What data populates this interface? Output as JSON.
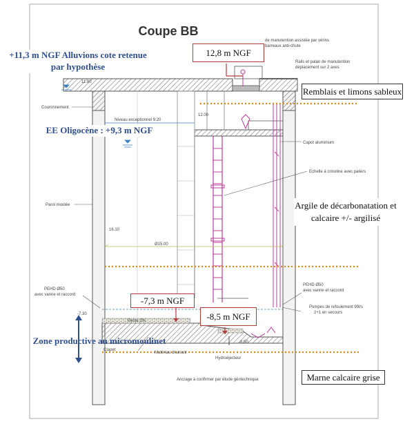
{
  "title": "Coupe BB",
  "callouts": {
    "alluvions": "+11,3 m NGF Alluvions cote retenue par hypothèse",
    "ee_oligocene": "EE Oligocène : +9,3 m NGF",
    "zone_productive": "Zone productive au micromoulinet",
    "top_ngf": "12,8  m NGF",
    "level_minus_7_3": "-7,3 m NGF",
    "level_minus_8_5": "-8,5 m NGF",
    "remblais": "Remblais et limons sableux",
    "argile": "Argile de décarbonatation et calcaire +/- argilisé",
    "marne": "Marne calcaire grise"
  },
  "drawing_labels": {
    "manutention": "de manutention assistée par vérins",
    "barreaux": "barreaux anti-chute",
    "rails": "Rails et palan de manutention",
    "deplacement": "déplacement sur 2 axes",
    "couronnement": "Couronnement",
    "niveau_exceptionnel": "Niveau exceptionnel 9.20",
    "capot": "Capot aluminium",
    "echelle": "Echelle à crinoline avec paliers",
    "paroi": "Paroi moulée",
    "dim_12": "12.00",
    "dim_16": "16.10",
    "diameter": "Ø15.00",
    "pehd_left": "PEHD Ø50",
    "pehd_left_sub": "avec vanne et raccord",
    "pehd_right": "PEHD Ø50",
    "pehd_right_sub": "avec vanne et raccord",
    "pompes": "Pompes de refoulement 90l/s",
    "pompes_sub": "2+1 en secours",
    "pente": "Pente 2%",
    "clapet": "Clapet",
    "materiau": "Matériau drainant",
    "hydroejecteur": "Hydroéjecteur",
    "ancrage": "Ancrage à confirmer par étude géotechnique",
    "level_left": "-7.30",
    "level_bottom": "-8.50",
    "level_top": "11.80"
  },
  "colors": {
    "blue_text": "#2f4f8f",
    "red_border": "#b23a3a",
    "magenta": "#c0399a",
    "orange_dash": "#d98a1a",
    "water": "#3a7fbf"
  }
}
